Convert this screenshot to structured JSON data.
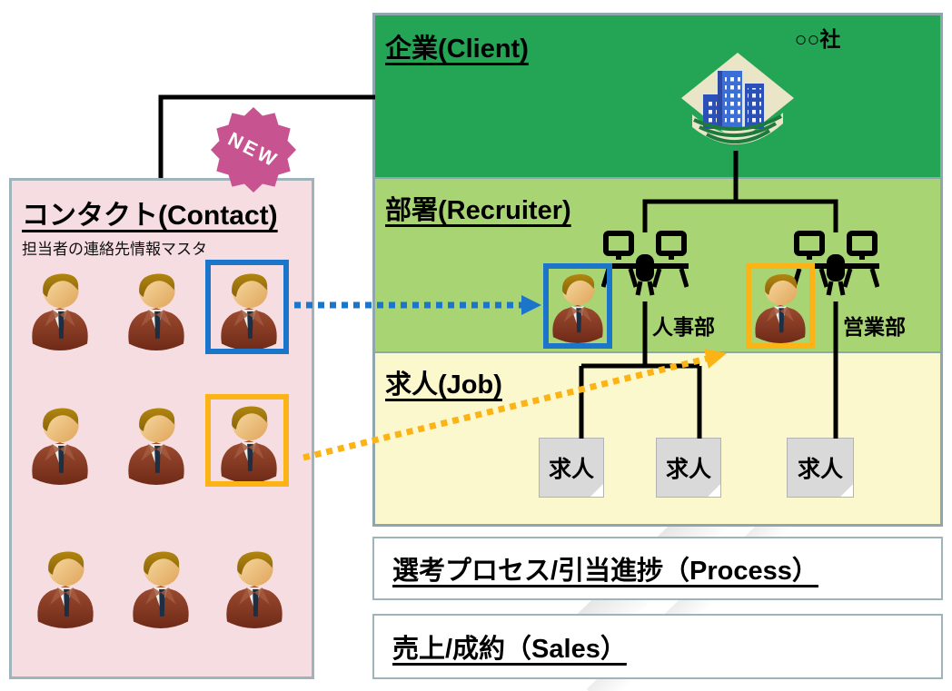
{
  "diagram_title": "CRM entity relationship diagram (recruiting)",
  "contact": {
    "title": "コンタクト(Contact)",
    "subtitle": "担当者の連絡先情報マスタ",
    "badge": "NEW",
    "badge_color": "#c75390",
    "bg_color": "#f6dde2",
    "person_count": 9,
    "highlights": [
      {
        "position": "row1-col3",
        "color": "#1b75c8",
        "label": "blue-highlight"
      },
      {
        "position": "row2-col3",
        "color": "#fcb315",
        "label": "orange-highlight"
      }
    ]
  },
  "client": {
    "title": "企業(Client)",
    "company": "○○社",
    "bg_color": "#23a555"
  },
  "recruiter": {
    "title": "部署(Recruiter)",
    "bg_color": "#a9d474",
    "departments": [
      {
        "label": "人事部"
      },
      {
        "label": "営業部"
      }
    ]
  },
  "job": {
    "title": "求人(Job)",
    "bg_color": "#fcf8ce",
    "notes": [
      {
        "label": "求人"
      },
      {
        "label": "求人"
      },
      {
        "label": "求人"
      }
    ]
  },
  "process": {
    "title": "選考プロセス/引当進捗（Process）"
  },
  "sales": {
    "title": "売上/成約（Sales）"
  },
  "arrows": {
    "blue_arrow_color": "#1b75c8",
    "orange_arrow_color": "#fcb315",
    "connector_color": "#000000"
  },
  "border_color": "#8fa6ad"
}
